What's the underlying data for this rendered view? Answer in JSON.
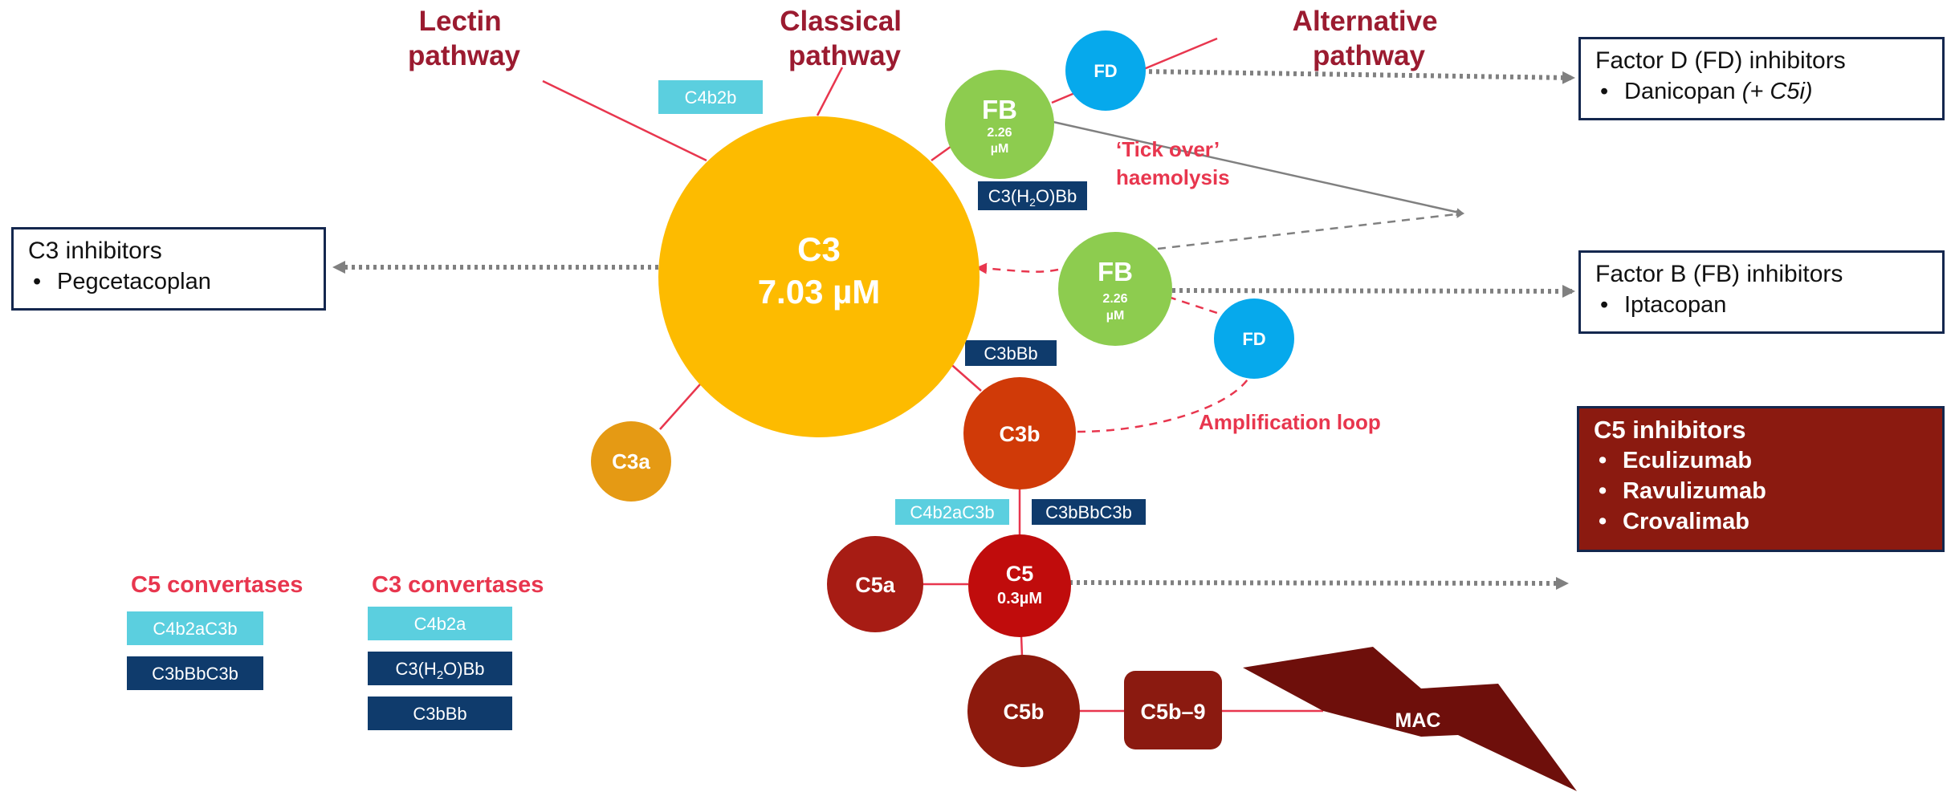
{
  "pathways": {
    "lectin": [
      "Lectin",
      "pathway"
    ],
    "classical": [
      "Classical",
      "pathway"
    ],
    "alternative": [
      "Alternative",
      "pathway"
    ]
  },
  "nodes": {
    "c3": {
      "name": "C3",
      "conc": "7.03 µM"
    },
    "fb_top": {
      "name": "FB",
      "conc_line1": "2.26",
      "conc_line2": "µM"
    },
    "fb_mid": {
      "name": "FB",
      "conc_line1": "2.26",
      "conc_line2": "µM"
    },
    "fd_top": "FD",
    "fd_mid": "FD",
    "c3a": "C3a",
    "c3b": "C3b",
    "c5": {
      "name": "C5",
      "conc": "0.3µM"
    },
    "c5a": "C5a",
    "c5b": "C5b",
    "c5b9": "C5b–9",
    "mac": "MAC"
  },
  "tags": {
    "c4b2b": "C4b2b",
    "c3h2obb": {
      "pre": "C3(H",
      "sub": "2",
      "post": "O)Bb"
    },
    "c3bbb": "C3bBb",
    "c4b2ac3b": "C4b2aC3b",
    "c3bbbc3b": "C3bBbC3b"
  },
  "annotations": {
    "tick_over": [
      "‘Tick over’",
      "haemolysis"
    ],
    "amplification": "Amplification loop"
  },
  "legend": {
    "c5_convertases": {
      "title": "C5 convertases",
      "items": [
        "C4b2aC3b",
        "C3bBbC3b"
      ]
    },
    "c3_convertases": {
      "title": "C3 convertases",
      "items": [
        "C4b2a",
        {
          "pre": "C3(H",
          "sub": "2",
          "post": "O)Bb"
        },
        "C3bBb"
      ]
    }
  },
  "inhibitors": {
    "c3": {
      "title": "C3 inhibitors",
      "items": [
        "Pegcetacoplan"
      ]
    },
    "fd": {
      "title": "Factor D (FD) inhibitors",
      "item_main": "Danicopan ",
      "item_italic": "(+ C5i)"
    },
    "fb": {
      "title": "Factor B (FB) inhibitors",
      "items": [
        "Iptacopan"
      ]
    },
    "c5": {
      "title": "C5 inhibitors",
      "items": [
        "Eculizumab",
        "Ravulizumab",
        "Crovalimab"
      ]
    }
  },
  "bullet": "•",
  "colors": {
    "pathway_text": "#9b1b30",
    "accent_red": "#e8364e",
    "c3": "#fdbb00",
    "fb": "#8dcc4f",
    "fd": "#06a9ec",
    "c3a": "#e59a14",
    "c3b": "#d03a08",
    "c5": "#c00c0c",
    "c5a": "#a71c14",
    "c5b": "#8d1a0d",
    "c5b9": "#8b1a10",
    "mac": "#6e0f0b",
    "tag_light": "#5bcfdf",
    "tag_dark": "#0f3b6c",
    "box_border": "#14274e"
  }
}
